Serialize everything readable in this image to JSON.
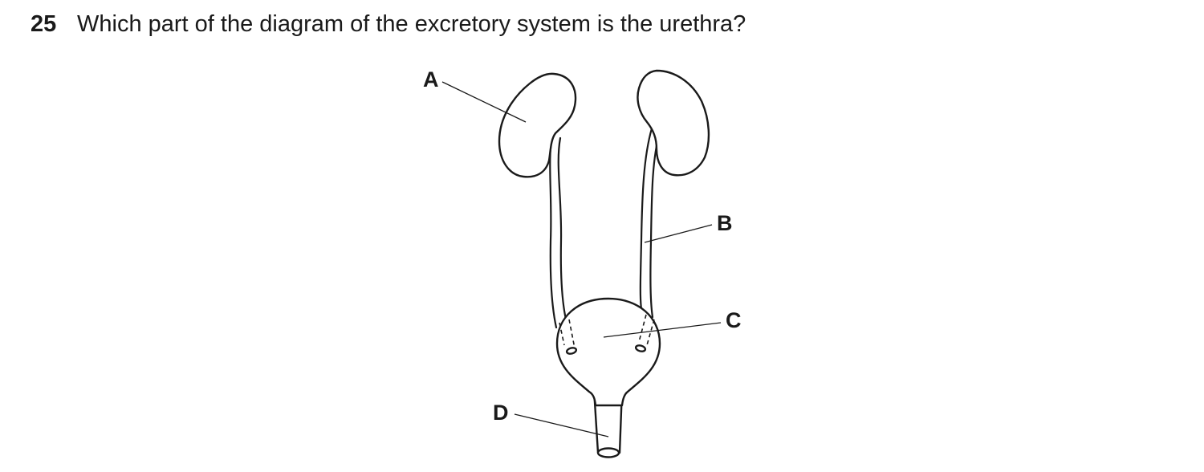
{
  "question": {
    "number": "25",
    "text": "Which part of the diagram of the excretory system is the urethra?"
  },
  "labels": {
    "a": "A",
    "b": "B",
    "c": "C",
    "d": "D"
  }
}
